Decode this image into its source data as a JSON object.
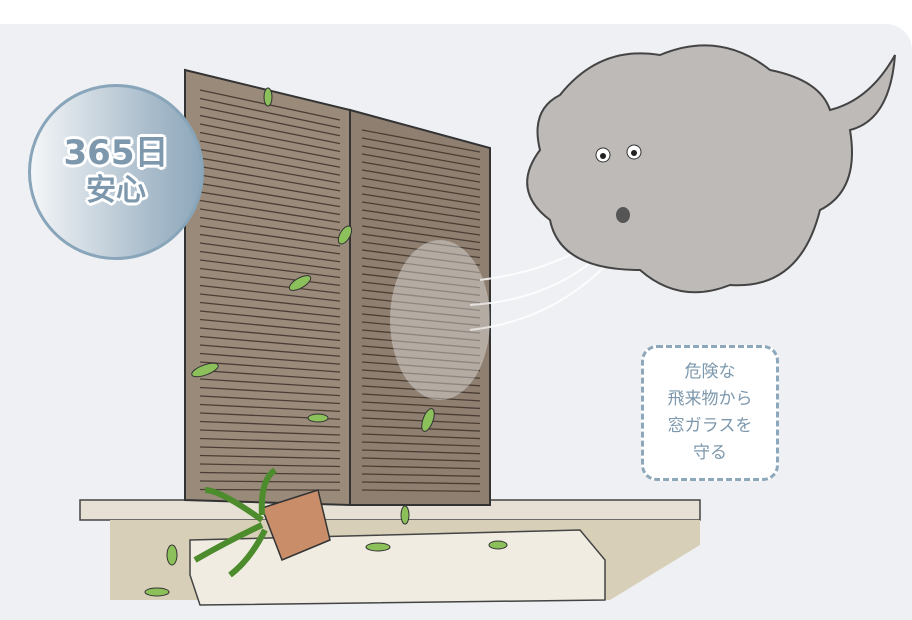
{
  "badge": {
    "line1": "365日",
    "line2": "安心"
  },
  "note": {
    "lines": [
      "危険な",
      "飛来物から",
      "窓ガラスを",
      "守る"
    ]
  },
  "colors": {
    "accent": "#8ea8bb",
    "panel": "#eef0f3",
    "shutter": "#8b7a6a"
  }
}
